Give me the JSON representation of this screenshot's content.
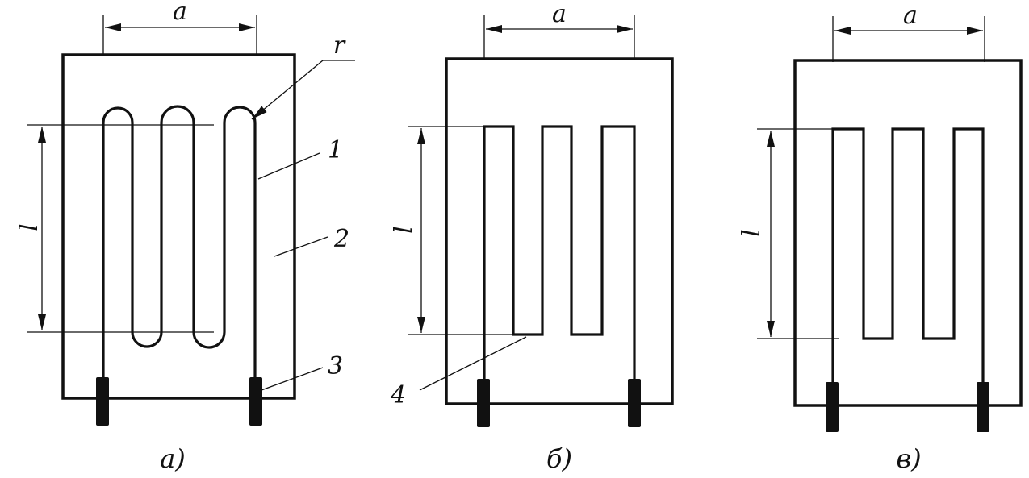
{
  "dimensions": {
    "width_label": "a",
    "length_label": "l",
    "radius_label": "r"
  },
  "callouts": {
    "wire": "1",
    "plate": "2",
    "terminal": "3",
    "corner": "4"
  },
  "captions": {
    "a": "a)",
    "b": "б)",
    "c": "в)"
  }
}
